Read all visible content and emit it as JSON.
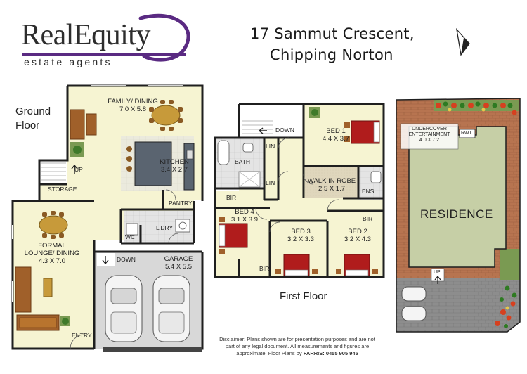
{
  "brand": {
    "name": "RealEquity",
    "tagline": "estate agents",
    "accent": "#5a2a82"
  },
  "address": {
    "line1": "17 Sammut Crescent,",
    "line2": "Chipping Norton"
  },
  "ground_floor": {
    "heading_1": "Ground",
    "heading_2": "Floor",
    "rooms": {
      "family_dining": {
        "name": "FAMILY/ DINING",
        "size": "7.0 X 5.8"
      },
      "kitchen": {
        "name": "KITCHEN",
        "size": "3.4 X 2.7"
      },
      "up": "UP",
      "storage": "STORAGE",
      "pantry": "PANTRY",
      "laundry": "L'DRY",
      "wc": "WC",
      "formal": {
        "name_1": "FORMAL",
        "name_2": "LOUNGE/ DINING",
        "size": "4.3 X 7.0"
      },
      "down": "DOWN",
      "garage": {
        "name": "GARAGE",
        "size": "5.4 X 5.5"
      },
      "entry": "ENTRY"
    }
  },
  "first_floor": {
    "heading": "First Floor",
    "rooms": {
      "down": "DOWN",
      "lin_1": "LIN",
      "lin_2": "LIN",
      "bath": "BATH",
      "bed1": {
        "name": "BED 1",
        "size": "4.4 X 3.7"
      },
      "walk_in_robe": {
        "name": "WALK IN ROBE",
        "size": "2.5 X 1.7"
      },
      "ens": "ENS",
      "bir_1": "BIR",
      "bir_2": "BIR",
      "bir_3": "BIR",
      "bed4": {
        "name": "BED 4",
        "size": "3.1 X 3.9"
      },
      "bed3": {
        "name": "BED 3",
        "size": "3.2 X 3.3"
      },
      "bed2": {
        "name": "BED 2",
        "size": "3.2 X 4.3"
      }
    }
  },
  "site_plan": {
    "undercover_1": "UNDERCOVER",
    "undercover_2": "ENTERTAINMENT",
    "undercover_size": "4.0 X 7.2",
    "rwt": "RWT",
    "residence": "RESIDENCE",
    "up": "UP"
  },
  "disclaimer": {
    "line1": "Disclaimer: Plans shown are for presentation purposes and are not",
    "line2": "part of any legal document. All measurements and figures are",
    "line3_prefix": "approximate.  Floor Plans by ",
    "line3_bold": "FARRIS: 0455 905 945"
  },
  "colors": {
    "floor": "#f6f4d2",
    "wall": "#1f1f1f",
    "bed": "#b01c1c",
    "furniture": "#a0602a",
    "tile": "#d3d3d3",
    "grass": "#7a9a52",
    "paving": "#b77450"
  }
}
